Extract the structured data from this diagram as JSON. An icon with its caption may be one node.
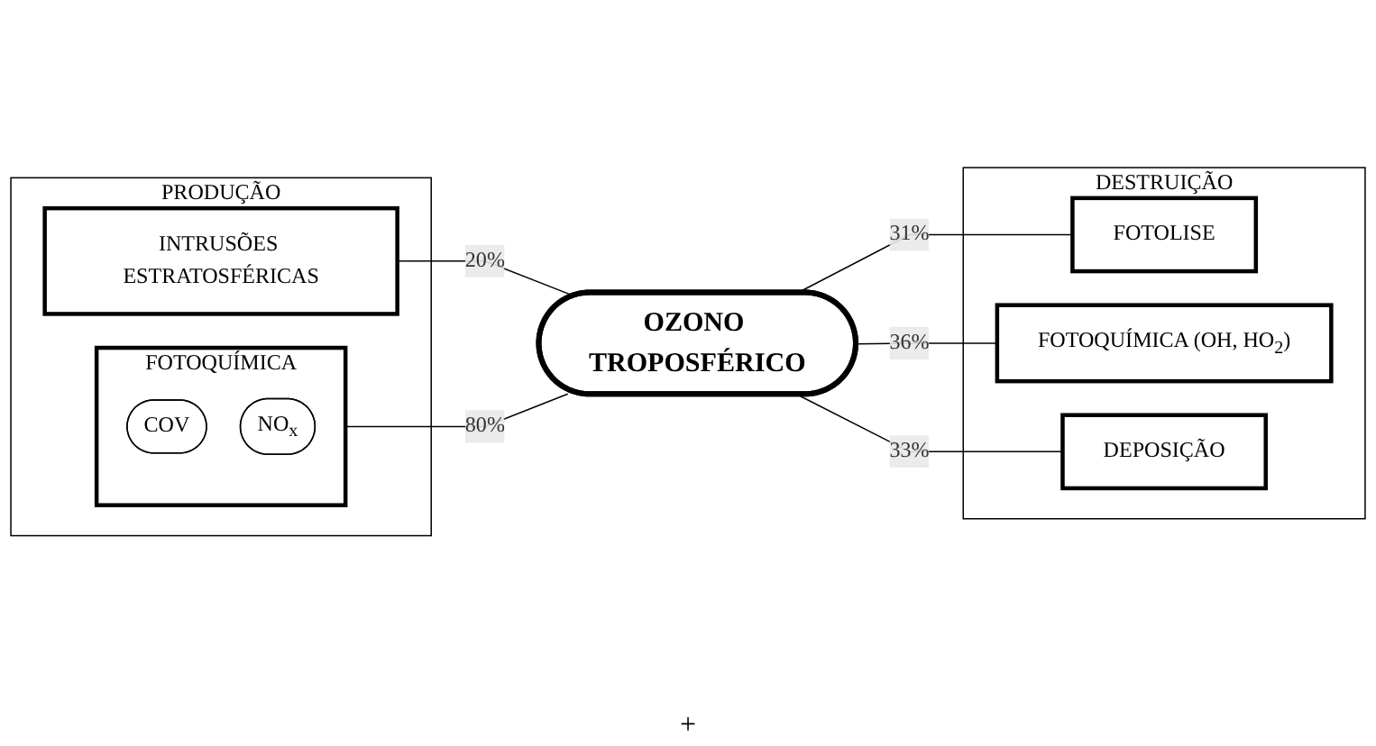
{
  "diagram": {
    "nodes": [
      {
        "text": [
          "PRODUÇÃO"
        ]
      },
      {
        "text": [
          "INTRUSÕES ESTRATOSFÉRICAS"
        ],
        "in": 0
      },
      {
        "text": [
          "FOTOQUÍMICA"
        ],
        "in": 0
      },
      {
        "text": [
          "COV"
        ],
        "in": 2
      },
      {
        "text": [
          "NO$_{x}$"
        ],
        "in": 2
      },
      {
        "text": [
          "OZONO TROPOSFÉRICO"
        ]
      },
      {
        "text": [
          "DESTRUIÇÃO"
        ]
      },
      {
        "text": [
          "FOTOLISE"
        ],
        "in": 6
      },
      {
        "text": [
          "FOTOQUÍMICA (OH, HO$_{2}$)"
        ],
        "in": 6
      },
      {
        "text": [
          "DEPOSIÇÃO"
        ],
        "in": 6
      }
    ],
    "edges": [
      {
        "from": 1,
        "to": 5,
        "arrow": "none",
        "label": "20%"
      },
      {
        "from": 2,
        "to": 5,
        "arrow": "none",
        "label": "80%"
      },
      {
        "from": 5,
        "to": 7,
        "arrow": "none",
        "label": "31%"
      },
      {
        "from": 5,
        "to": 8,
        "arrow": "none",
        "label": "36%"
      },
      {
        "from": 5,
        "to": 9,
        "arrow": "none",
        "label": "33%"
      }
    ],
    "labels": [
      "+"
    ]
  }
}
